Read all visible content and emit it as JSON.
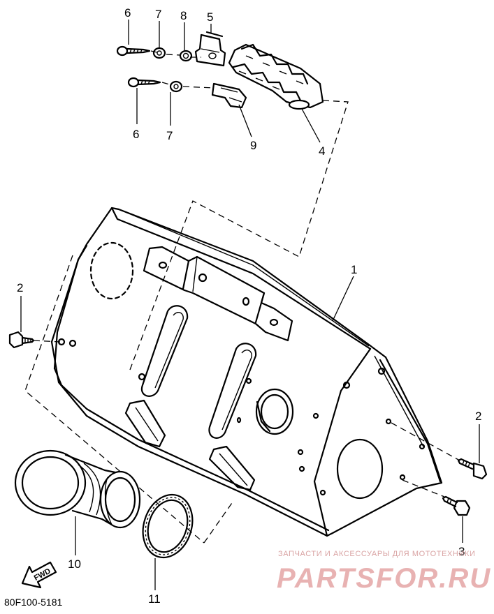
{
  "callouts": {
    "c1": "1",
    "c2a": "2",
    "c2b": "2",
    "c3": "3",
    "c4": "4",
    "c5": "5",
    "c6a": "6",
    "c6b": "6",
    "c7a": "7",
    "c7b": "7",
    "c8": "8",
    "c9": "9",
    "c10": "10",
    "c11": "11"
  },
  "part_code": "80F100-5181",
  "fwd_label": "FWD",
  "watermark": {
    "tagline": "ЗАПЧАСТИ И АКСЕССУАРЫ ДЛЯ МОТОТЕХНИКИ",
    "logo": "PARTSFOR.RU"
  }
}
